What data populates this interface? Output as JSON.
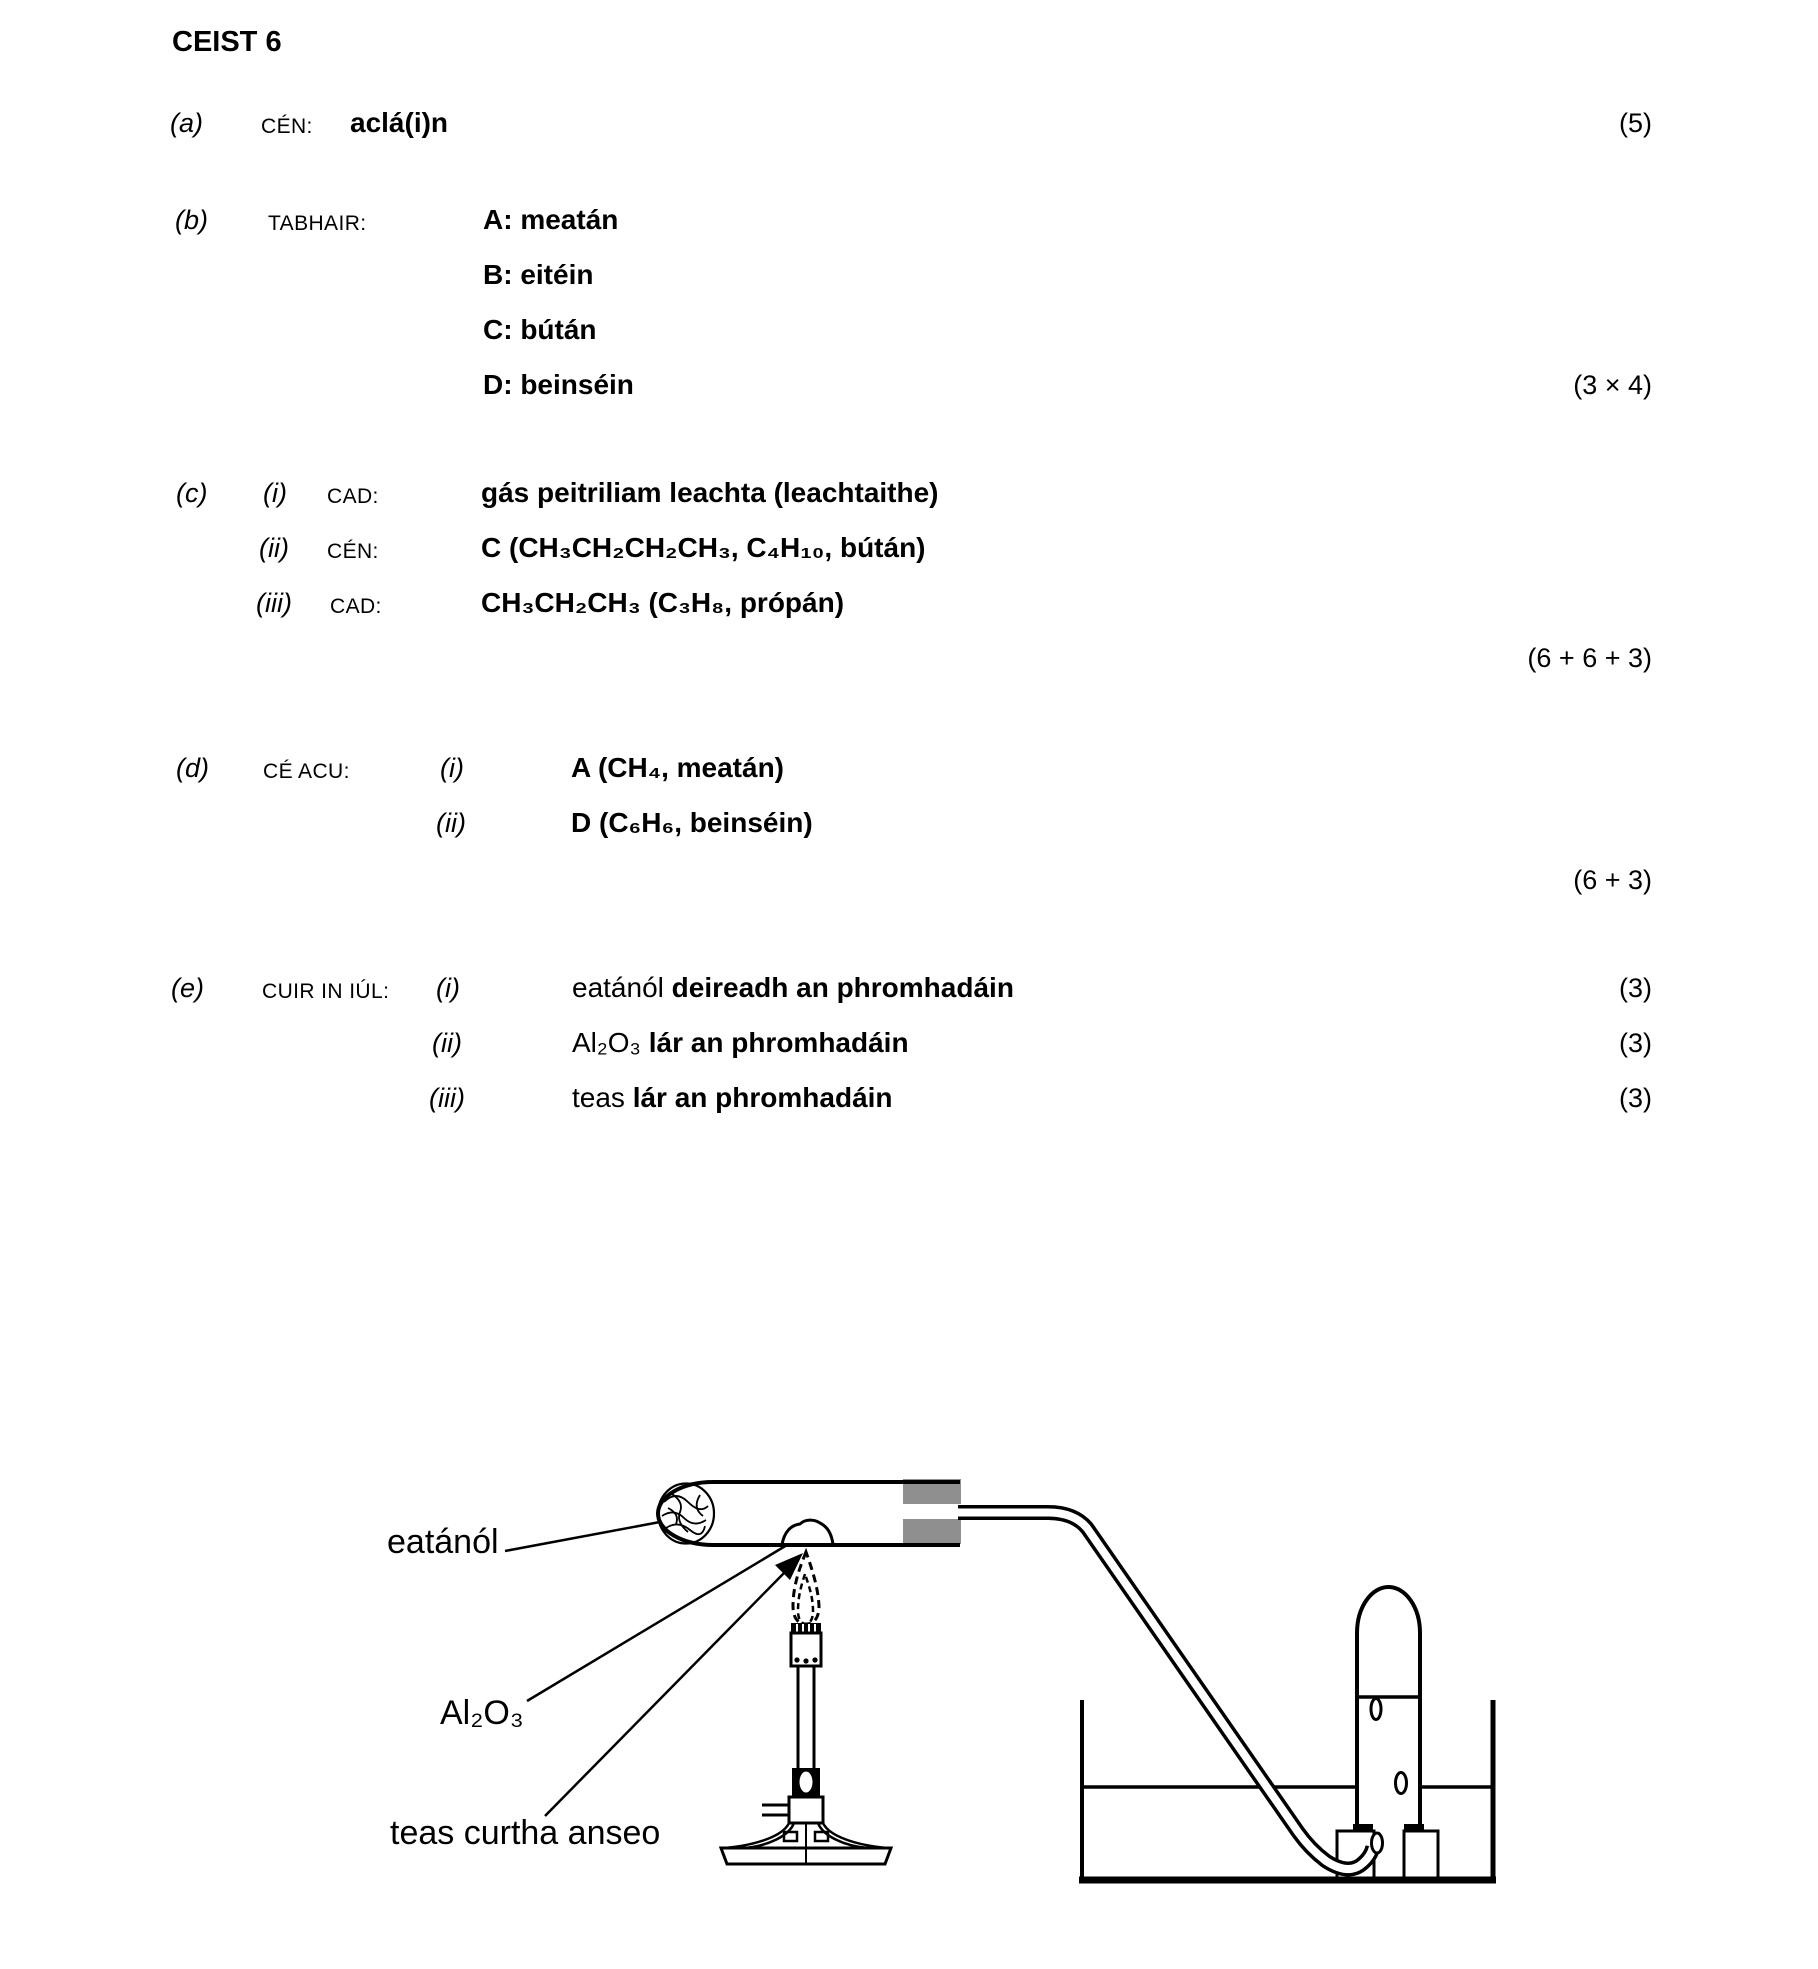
{
  "doc": {
    "title": "CEIST 6",
    "part_a": {
      "label": "(a)",
      "keyword": "CÉN:",
      "answer": "aclá(i)n",
      "marks": "(5)"
    },
    "part_b": {
      "label": "(b)",
      "keyword": "TABHAIR:",
      "answers": [
        "A: meatán",
        "B: eitéin",
        "C: bútán",
        "D: beinséin"
      ],
      "marks": "(3 × 4)"
    },
    "part_c": {
      "label": "(c)",
      "items": [
        {
          "roman": "(i)",
          "keyword": "CAD:",
          "answer": "gás peitriliam leachta (leachtaithe)"
        },
        {
          "roman": "(ii)",
          "keyword": "CÉN:",
          "answer": "C (CH₃CH₂CH₂CH₃, C₄H₁₀, bútán)"
        },
        {
          "roman": "(iii)",
          "keyword": "CAD:",
          "answer": "CH₃CH₂CH₃ (C₃H₈, própán)"
        }
      ],
      "marks": "(6 + 6 + 3)"
    },
    "part_d": {
      "label": "(d)",
      "keyword": "CÉ ACU:",
      "items": [
        {
          "roman": "(i)",
          "answer": "A (CH₄, meatán)"
        },
        {
          "roman": "(ii)",
          "answer": "D (C₆H₆, beinséin)"
        }
      ],
      "marks": "(6 + 3)"
    },
    "part_e": {
      "label": "(e)",
      "keyword": "CUIR IN IÚL:",
      "items": [
        {
          "roman": "(i)",
          "prefix": "eatánól ",
          "bold": "deireadh an phromhadáin",
          "marks": "(3)"
        },
        {
          "roman": "(ii)",
          "prefix": "Al₂O₃ ",
          "bold": "lár an phromhadáin",
          "marks": "(3)"
        },
        {
          "roman": "(iii)",
          "prefix": "teas ",
          "bold": "lár an phromhadáin",
          "marks": "(3)"
        }
      ]
    }
  },
  "diagram": {
    "labels": {
      "ethanol": "eatánól",
      "catalyst": "Al₂O₃",
      "heat": "teas curtha anseo"
    },
    "stopper_color": "#8f8f8f",
    "line_color": "#000000"
  }
}
